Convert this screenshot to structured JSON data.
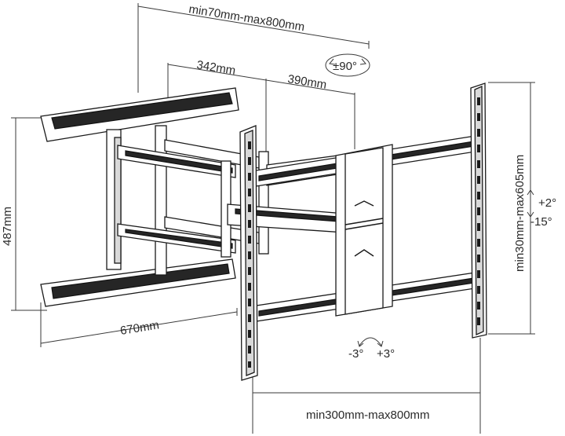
{
  "dimensions": {
    "top_span": "min70mm-max800mm",
    "arm_short": "342mm",
    "arm_long": "390mm",
    "swivel": "±90°",
    "height": "487mm",
    "depth": "670mm",
    "vesa_h": "min300mm-max800mm",
    "vesa_v": "min30mm-max605mm",
    "tilt_up": "+2°",
    "tilt_down": "-15°",
    "level_minus": "-3°",
    "level_plus": "+3°"
  }
}
